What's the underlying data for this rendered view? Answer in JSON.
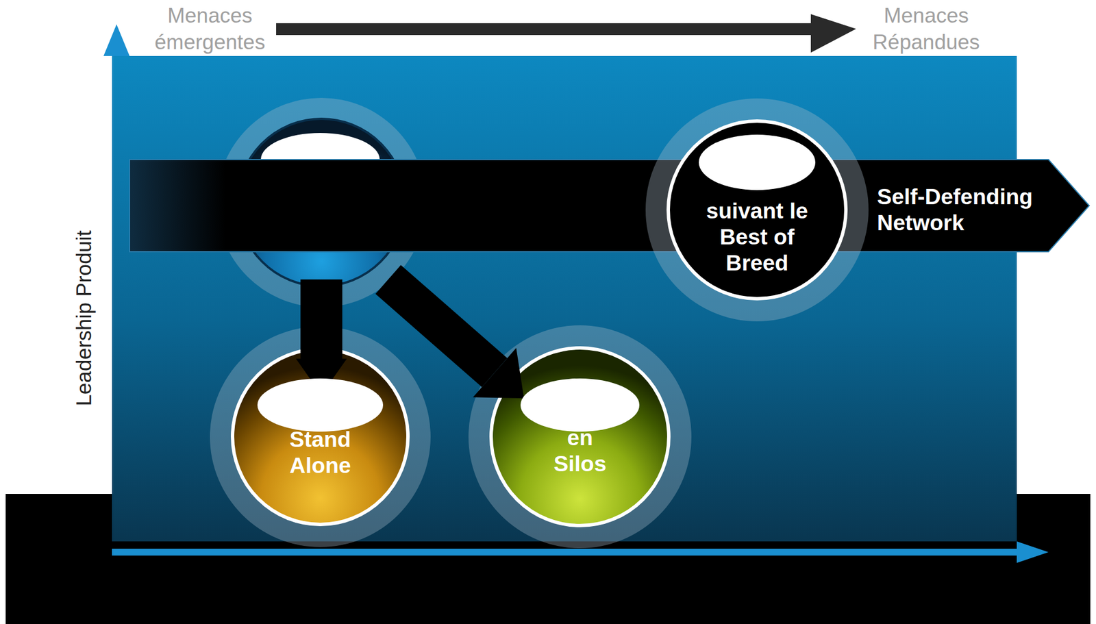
{
  "diagram": {
    "nodes": [
      {
        "text": [
          "Self-Defending Network"
        ]
      },
      {
        "text": [
          "suivant le Best of Breed"
        ]
      },
      {
        "text": [
          "Stand Alone"
        ]
      },
      {
        "text": [
          "en Silos"
        ]
      }
    ],
    "labels": [
      "Menaces émergentes",
      "Menaces Répandues",
      "Leadership Produit"
    ]
  }
}
